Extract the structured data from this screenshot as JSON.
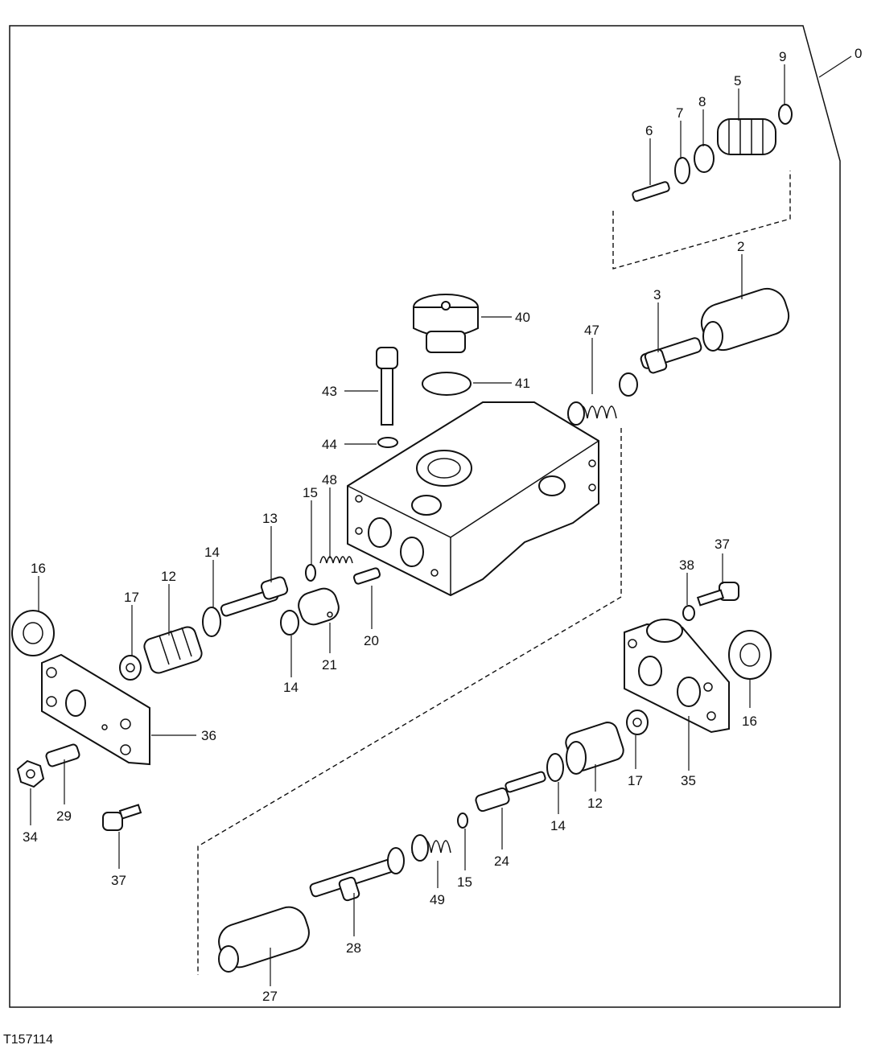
{
  "figure_id": "T157114",
  "callouts": {
    "c0": "0",
    "c9": "9",
    "c5": "5",
    "c8": "8",
    "c7": "7",
    "c6": "6",
    "c2": "2",
    "c3": "3",
    "c47": "47",
    "c40": "40",
    "c41": "41",
    "c43": "43",
    "c44": "44",
    "c15a": "15",
    "c48": "48",
    "c13": "13",
    "c14a": "14",
    "c16a": "16",
    "c12a": "12",
    "c17a": "17",
    "c21": "21",
    "c20": "20",
    "c14b": "14",
    "c37a": "37",
    "c38": "38",
    "c16b": "16",
    "c36": "36",
    "c29": "29",
    "c34": "34",
    "c37b": "37",
    "c17b": "17",
    "c35": "35",
    "c12b": "12",
    "c14c": "14",
    "c24": "24",
    "c15b": "15",
    "c49": "49",
    "c28": "28",
    "c27": "27"
  }
}
